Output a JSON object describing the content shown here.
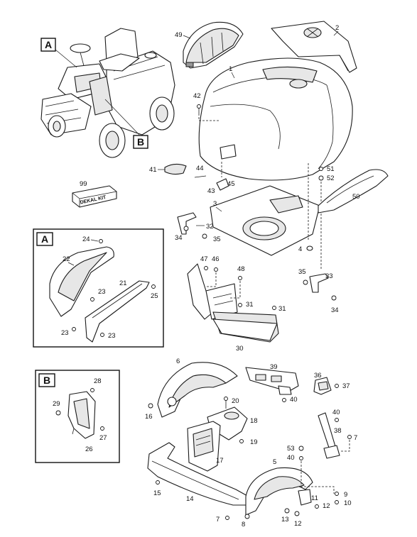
{
  "figure": {
    "type": "exploded-parts-diagram",
    "insets": [
      {
        "id": "A",
        "label": "A"
      },
      {
        "id": "B",
        "label": "B"
      }
    ],
    "decal_kit": {
      "callout": "99",
      "text": "DEKAL KIT"
    },
    "callouts": {
      "c1": "1",
      "c2": "2",
      "c3": "3",
      "c4": "4",
      "c5": "5",
      "c6": "6",
      "c7a": "7",
      "c7b": "7",
      "c8": "8",
      "c9": "9",
      "c10": "10",
      "c11": "11",
      "c12a": "12",
      "c12b": "12",
      "c13": "13",
      "c14": "14",
      "c15": "15",
      "c16": "16",
      "c17": "17",
      "c18": "18",
      "c19": "19",
      "c20": "20",
      "c21": "21",
      "c22": "22",
      "c23a": "23",
      "c23b": "23",
      "c23c": "23",
      "c24": "24",
      "c25": "25",
      "c26": "26",
      "c27": "27",
      "c28": "28",
      "c29": "29",
      "c30": "30",
      "c31a": "31",
      "c31b": "31",
      "c32": "32",
      "c33": "33",
      "c34a": "34",
      "c34b": "34",
      "c35a": "35",
      "c35b": "35",
      "c36": "36",
      "c37": "37",
      "c38": "38",
      "c39": "39",
      "c40a": "40",
      "c40b": "40",
      "c40c": "40",
      "c41": "41",
      "c42": "42",
      "c43": "43",
      "c44": "44",
      "c45": "45",
      "c46": "46",
      "c47": "47",
      "c48": "48",
      "c49": "49",
      "c50": "50",
      "c51": "51",
      "c52": "52",
      "c53": "53",
      "c99": "99"
    }
  }
}
